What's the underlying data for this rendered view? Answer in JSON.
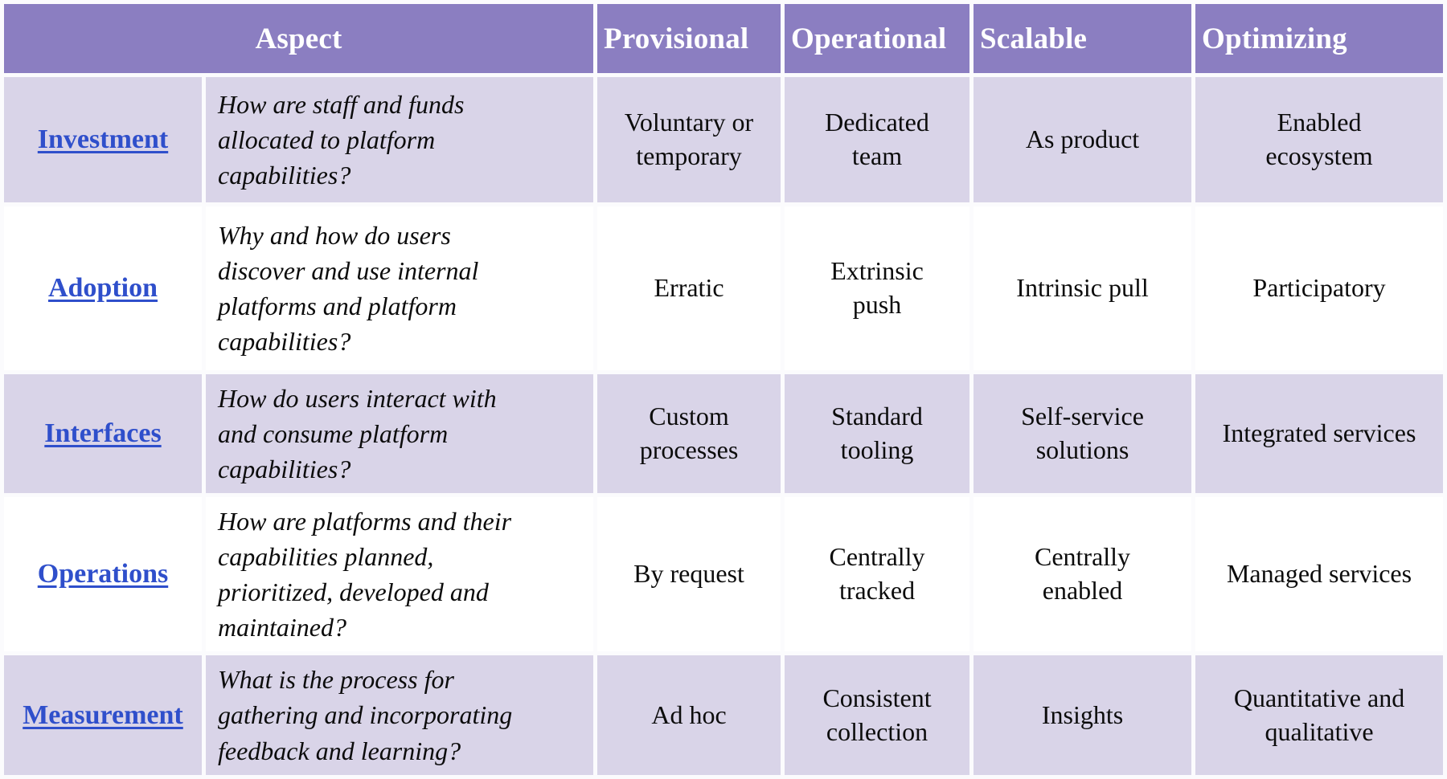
{
  "table": {
    "header": {
      "aspect": "Aspect",
      "columns": [
        "Provisional",
        "Operational",
        "Scalable",
        "Optimizing"
      ]
    },
    "rows": [
      {
        "aspect": "Investment",
        "question": "How are staff and funds\nallocated to platform\ncapabilities?",
        "values": [
          "Voluntary or\ntemporary",
          "Dedicated\nteam",
          "As product",
          "Enabled\necosystem"
        ]
      },
      {
        "aspect": "Adoption",
        "question": "Why and how do users\ndiscover and use internal\nplatforms and platform\ncapabilities?",
        "values": [
          "Erratic",
          "Extrinsic\npush",
          "Intrinsic pull",
          "Participatory"
        ]
      },
      {
        "aspect": "Interfaces",
        "question": "How do users interact with\nand consume platform\ncapabilities?",
        "values": [
          "Custom\nprocesses",
          "Standard\ntooling",
          "Self-service\nsolutions",
          "Integrated services"
        ]
      },
      {
        "aspect": "Operations",
        "question": "How are platforms and their\ncapabilities planned,\nprioritized, developed and\nmaintained?",
        "values": [
          "By request",
          "Centrally\ntracked",
          "Centrally\nenabled",
          "Managed services"
        ]
      },
      {
        "aspect": "Measurement",
        "question": "What is the process for\ngathering and incorporating\nfeedback and learning?",
        "values": [
          "Ad hoc",
          "Consistent\ncollection",
          "Insights",
          "Quantitative and\nqualitative"
        ]
      }
    ],
    "colors": {
      "header_bg": "#8b7ec1",
      "shaded_row_bg": "#d9d4e8",
      "white_row_bg": "#ffffff",
      "link_blue": "#2f4fcb",
      "header_text": "#ffffff",
      "body_text": "#0c0c0c"
    }
  }
}
